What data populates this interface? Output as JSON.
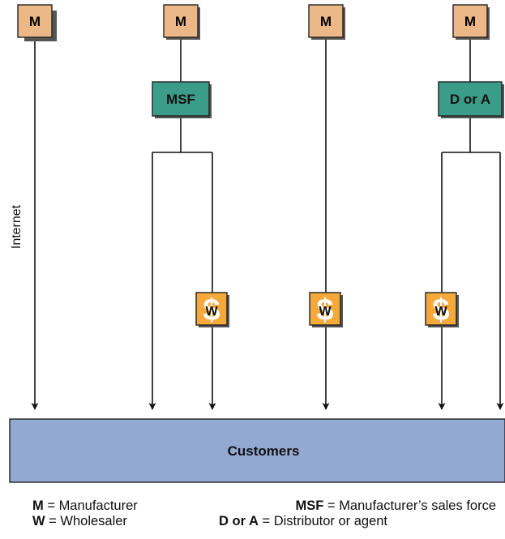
{
  "side_label": "Internet",
  "nodes": {
    "manufacturer_abbr": "M",
    "sales_force_abbr": "MSF",
    "distributor_abbr": "D or A",
    "wholesaler_abbr": "W"
  },
  "customers_label": "Customers",
  "legend": [
    {
      "abbr": "M",
      "sep": " = ",
      "meaning": "Manufacturer"
    },
    {
      "abbr": "W",
      "sep": " = ",
      "meaning": "Wholesaler"
    },
    {
      "abbr": "MSF",
      "sep": " = ",
      "meaning": "Manufacturer’s sales force"
    },
    {
      "abbr": "D or A",
      "sep": " = ",
      "meaning": "Distributor or agent"
    }
  ],
  "colors": {
    "manufacturer_fill": "#EDB887",
    "intermediary_fill": "#3C9C8A",
    "wholesaler_fill": "#F4A93A",
    "customers_fill": "#93A9D2",
    "line": "#111111"
  },
  "icons": {
    "wholesaler_icon": "dollar-sign-icon"
  }
}
